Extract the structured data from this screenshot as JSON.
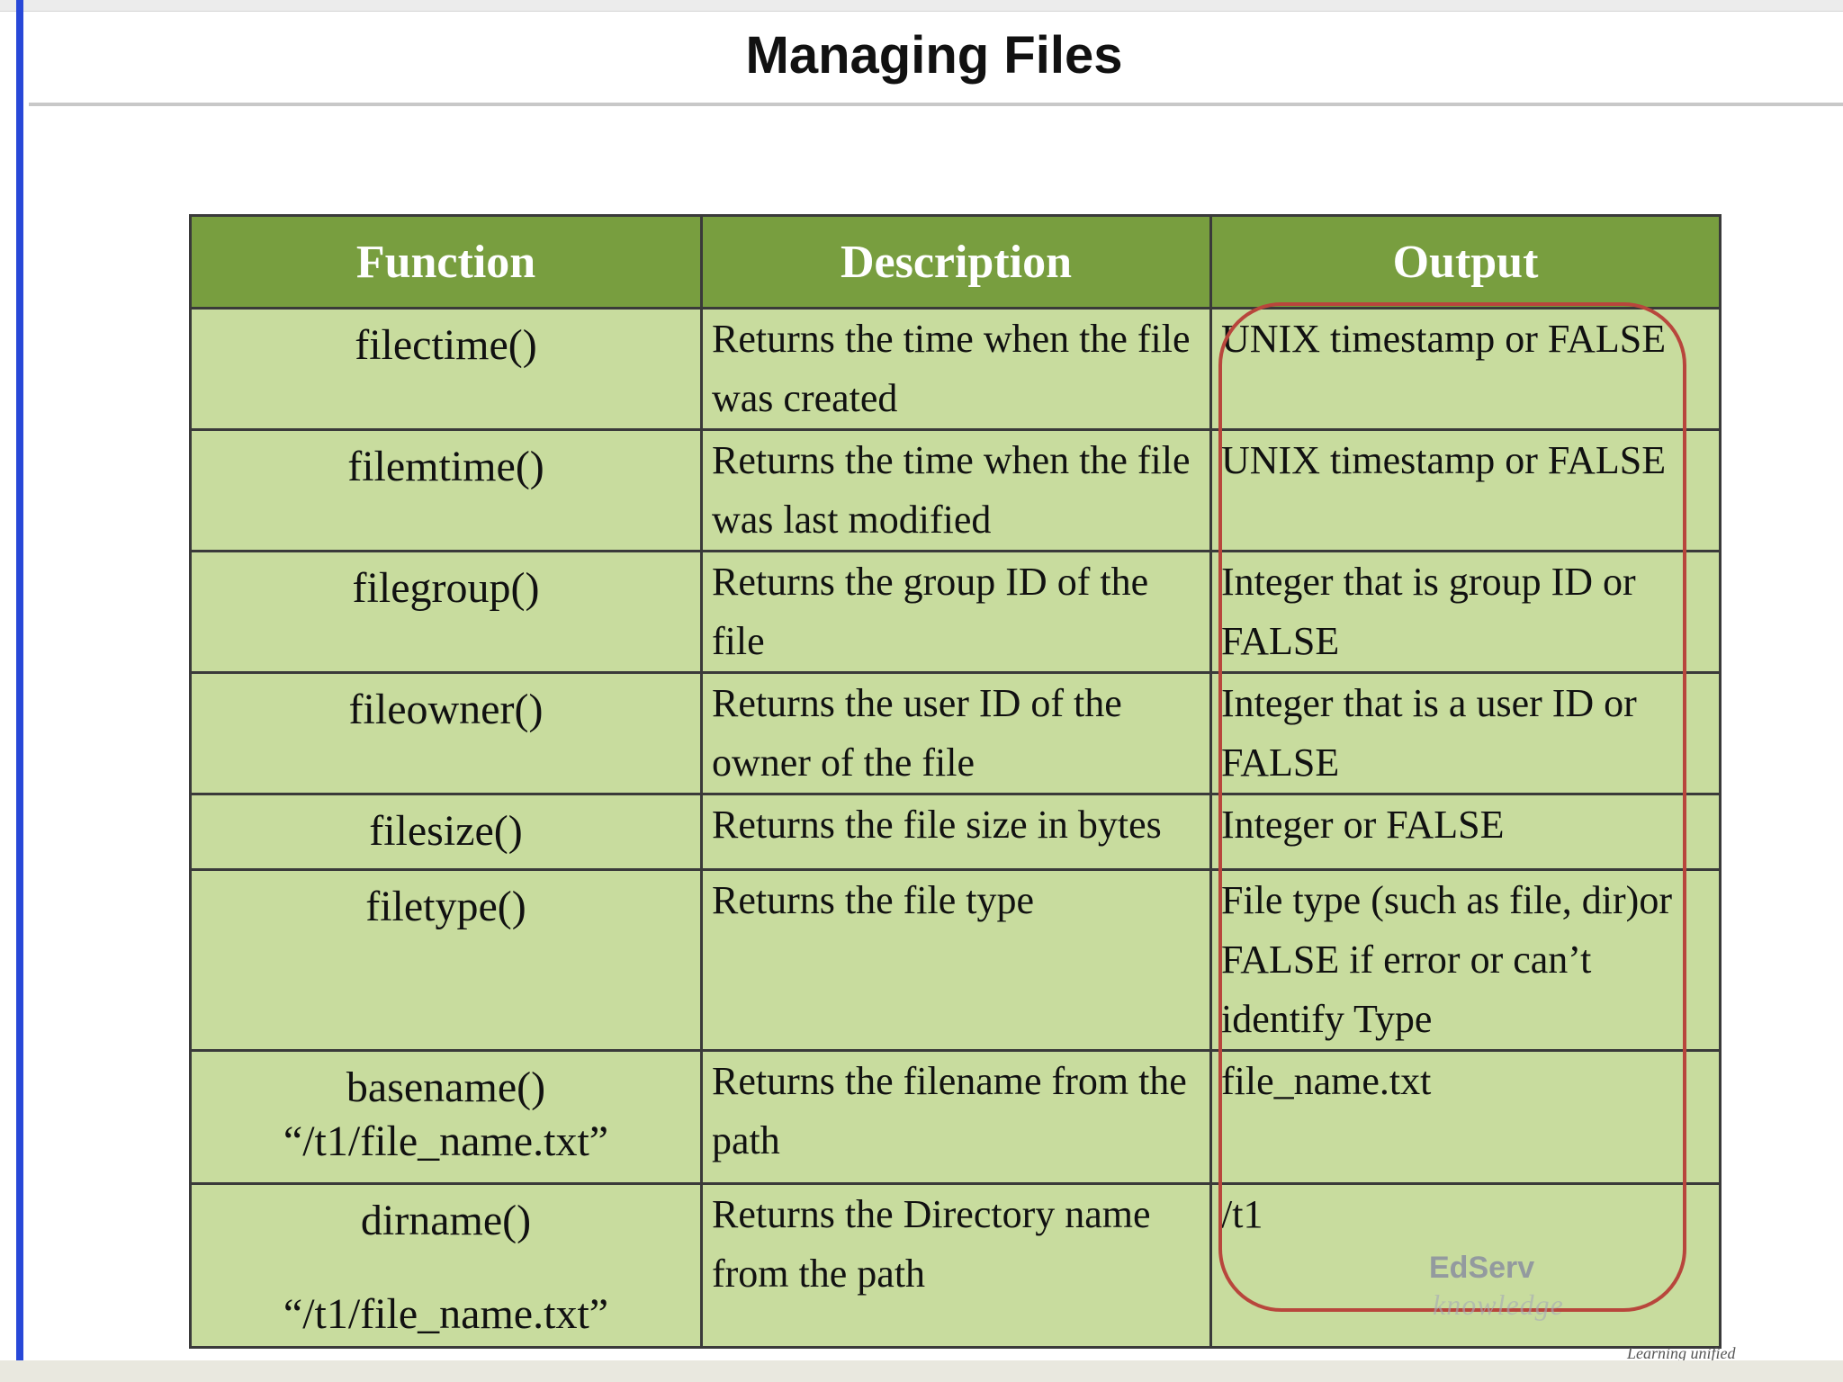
{
  "slide": {
    "title": "Managing Files"
  },
  "table": {
    "headers": [
      "Function",
      "Description",
      "Output"
    ],
    "rows": [
      {
        "fn": "filectime()",
        "arg": "",
        "desc": "Returns the time when the file was created",
        "out": "UNIX timestamp or FALSE"
      },
      {
        "fn": "filemtime()",
        "arg": "",
        "desc": "Returns the time when the file was last modified",
        "out": "UNIX timestamp or FALSE"
      },
      {
        "fn": "filegroup()",
        "arg": "",
        "desc": "Returns the group ID of the file",
        "out": "Integer that is group ID or FALSE"
      },
      {
        "fn": "fileowner()",
        "arg": "",
        "desc": "Returns the user ID of the owner of the file",
        "out": "Integer that is a user ID or FALSE"
      },
      {
        "fn": "filesize()",
        "arg": "",
        "desc": "Returns the file size in bytes",
        "out": "Integer or FALSE"
      },
      {
        "fn": "filetype()",
        "arg": "",
        "desc": "Returns the file type",
        "out": "File type (such as file, dir)or FALSE if error or can’t identify Type"
      },
      {
        "fn": "basename()",
        "arg": "“/t1/file_name.txt”",
        "desc": "Returns the filename from the path",
        "out": "file_name.txt"
      },
      {
        "fn": "dirname()",
        "arg": "“/t1/file_name.txt”",
        "desc": "Returns the Directory name from the path",
        "out": "/t1"
      }
    ]
  },
  "watermark": {
    "logo": "EdServ",
    "script": "knowledge",
    "tagline": "Learning unified"
  },
  "colors": {
    "header_bg": "#789e3f",
    "cell_bg": "#c8dc9e",
    "highlight_outline": "#b8463c"
  }
}
